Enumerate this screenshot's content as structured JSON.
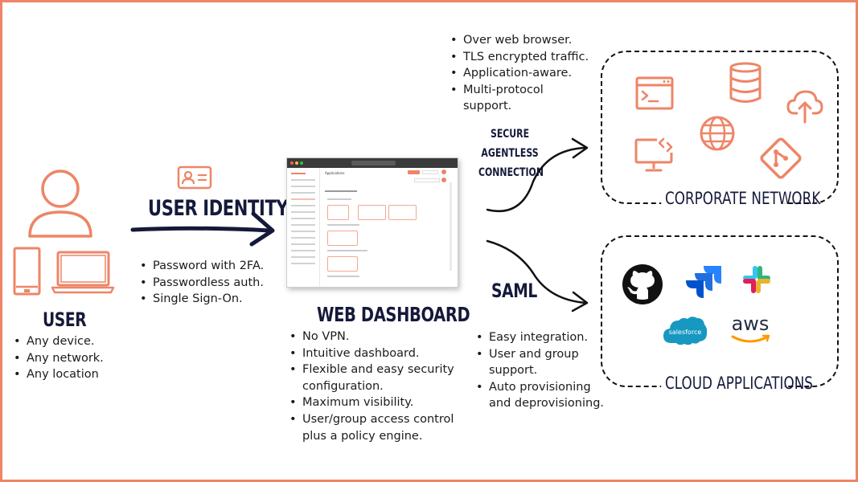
{
  "user": {
    "title": "USER",
    "bullets": [
      "Any device.",
      "Any network.",
      "Any location"
    ]
  },
  "identity": {
    "title": "USER IDENTITY",
    "bullets": [
      "Password with 2FA.",
      "Passwordless auth.",
      "Single Sign-On."
    ]
  },
  "dashboard": {
    "title": "WEB DASHBOARD",
    "bullets": [
      "No VPN.",
      "Intuitive dashboard.",
      "Flexible and easy security configuration.",
      "Maximum visibility.",
      "User/group access control plus a policy engine."
    ],
    "screenshot_heading": "Applications"
  },
  "connection": {
    "title_lines": [
      "SECURE",
      "AGENTLESS",
      "CONNECTION"
    ],
    "bullets": [
      "Over web browser.",
      "TLS encrypted traffic.",
      "Application-aware.",
      "Multi-protocol support."
    ]
  },
  "saml": {
    "title": "SAML",
    "bullets": [
      "Easy integration.",
      "User and group support.",
      "Auto provisioning and deprovisioning."
    ]
  },
  "corporate": {
    "label": "CORPORATE NETWORK",
    "icons": [
      "terminal-window-icon",
      "database-icon",
      "cloud-upload-icon",
      "remote-desktop-icon",
      "globe-icon",
      "git-icon"
    ]
  },
  "cloud": {
    "label": "CLOUD APPLICATIONS",
    "logos": {
      "github": "github-logo",
      "jira": "jira-logo",
      "slack": "slack-logo",
      "salesforce": "salesforce",
      "aws": "aws"
    }
  },
  "colors": {
    "accent": "#ee8566",
    "ink": "#151a3a",
    "border": "#ee8566"
  }
}
